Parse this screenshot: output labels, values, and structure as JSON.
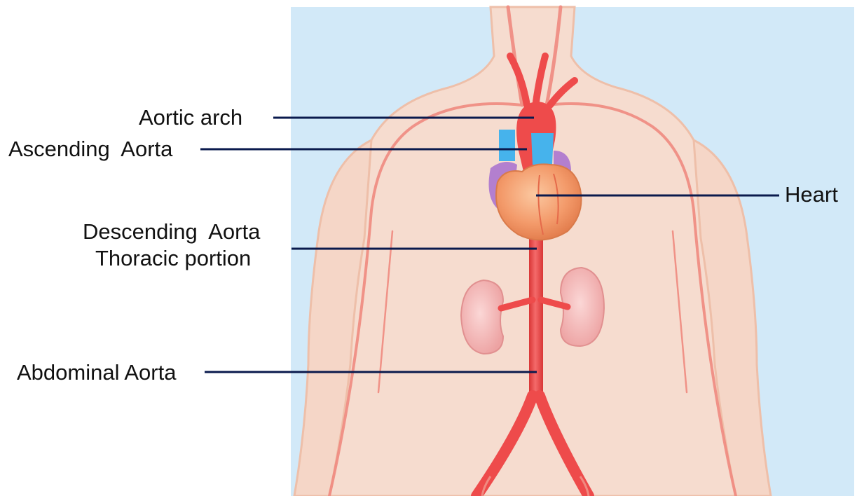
{
  "labels": {
    "aortic_arch": "Aortic arch",
    "ascending_aorta": "Ascending  Aorta",
    "heart": "Heart",
    "descending_line1": "Descending  Aorta",
    "descending_line2": "Thoracic portion",
    "abdominal_aorta": "Abdominal Aorta"
  },
  "colors": {
    "panel_background": "#d2e9f8",
    "skin": "#f6dccf",
    "skin_outline": "#eebfa9",
    "artery": "#ee4b4b",
    "artery_dark": "#d93636",
    "vein": "#46b3ec",
    "heart": "#f39a6a",
    "atrium": "#b37fcf",
    "kidney": "#f4b9b8",
    "leader_line": "#0a1a4d"
  }
}
